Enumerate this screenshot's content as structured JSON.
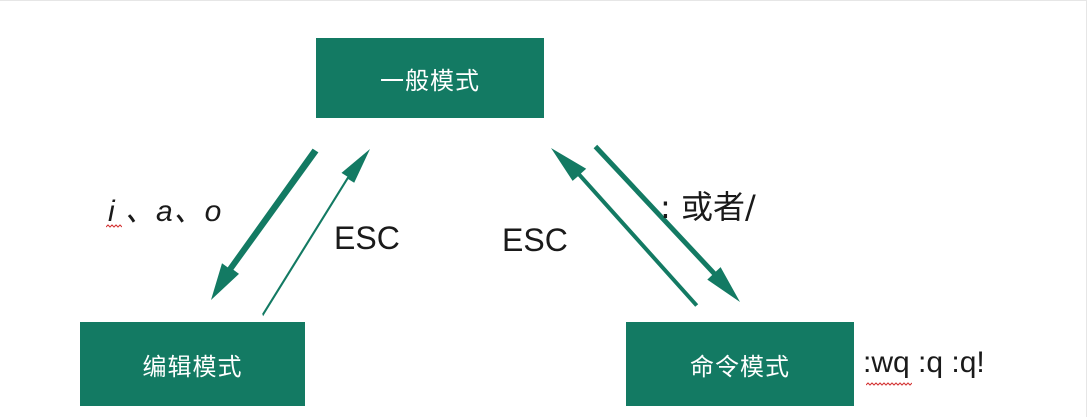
{
  "diagram": {
    "modes": {
      "general": "一般模式",
      "edit": "编辑模式",
      "command": "命令模式"
    },
    "labels": {
      "insert_keys": "i 、a、o",
      "esc_left": "ESC",
      "esc_right": "ESC",
      "to_command": ":  或者/",
      "quit_commands": ":wq  :q   :q!"
    },
    "colors": {
      "box": "#137a63",
      "arrow": "#137a63",
      "box_text": "#ffffff",
      "label_text": "#1a1a1a",
      "spellcheck": "#d33030"
    }
  }
}
